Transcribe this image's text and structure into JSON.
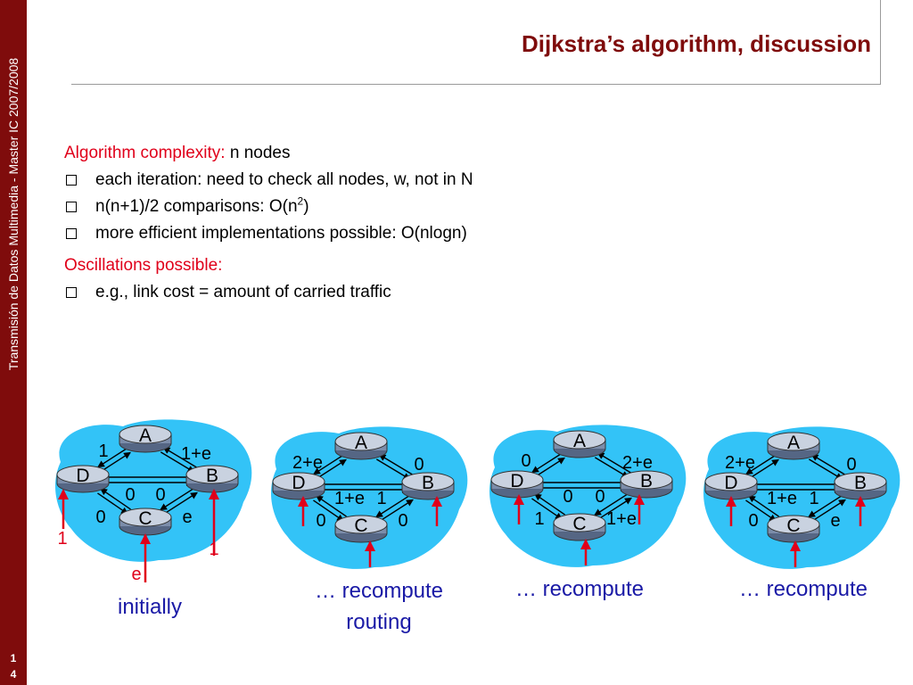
{
  "sidebar": {
    "text": "Transmisión de Datos Multimedia - Master IC 2007/2008",
    "page_number_line1": "1",
    "page_number_line2": "4"
  },
  "slide": {
    "title": "Dijkstra’s algorithm, discussion",
    "complexity_label": "Algorithm complexity:",
    "complexity_value": "n nodes",
    "bullets_complexity": [
      "each iteration: need to check all nodes, w, not in N",
      "n(n+1)/2 comparisons: O(n",
      "more efficient implementations possible: O(nlogn)"
    ],
    "superscript": "2",
    "close_paren": ")",
    "oscillation_label": "Oscillations possible:",
    "bullets_oscillation": [
      "e.g., link cost = amount of carried traffic"
    ]
  },
  "diagrams": [
    {
      "node_labels": [
        "A",
        "B",
        "C",
        "D"
      ],
      "edge_labels": [
        "1",
        "1+e",
        "0",
        "0",
        "0",
        "e"
      ],
      "flow_labels": [
        "1",
        "1",
        "e"
      ],
      "caption": [
        "initially"
      ]
    },
    {
      "node_labels": [
        "A",
        "B",
        "C",
        "D"
      ],
      "edge_labels": [
        "2+e",
        "0",
        "1+e",
        "1",
        "0",
        "0"
      ],
      "flow_labels": [],
      "caption": [
        "… recompute",
        "routing"
      ]
    },
    {
      "node_labels": [
        "A",
        "B",
        "C",
        "D"
      ],
      "edge_labels": [
        "0",
        "2+e",
        "0",
        "0",
        "1",
        "1+e"
      ],
      "flow_labels": [],
      "caption": [
        "… recompute"
      ]
    },
    {
      "node_labels": [
        "A",
        "B",
        "C",
        "D"
      ],
      "edge_labels": [
        "2+e",
        "0",
        "1+e",
        "1",
        "0",
        "e"
      ],
      "flow_labels": [],
      "caption": [
        "… recompute"
      ]
    }
  ],
  "colors": {
    "sidebar": "#7f0c0c",
    "title": "#7f0c0c",
    "highlight": "#e0001a",
    "cloud": "#33c3f7",
    "router": "#7c8daa",
    "arrow_flow": "#e0001a",
    "caption": "#1a1aa6"
  }
}
